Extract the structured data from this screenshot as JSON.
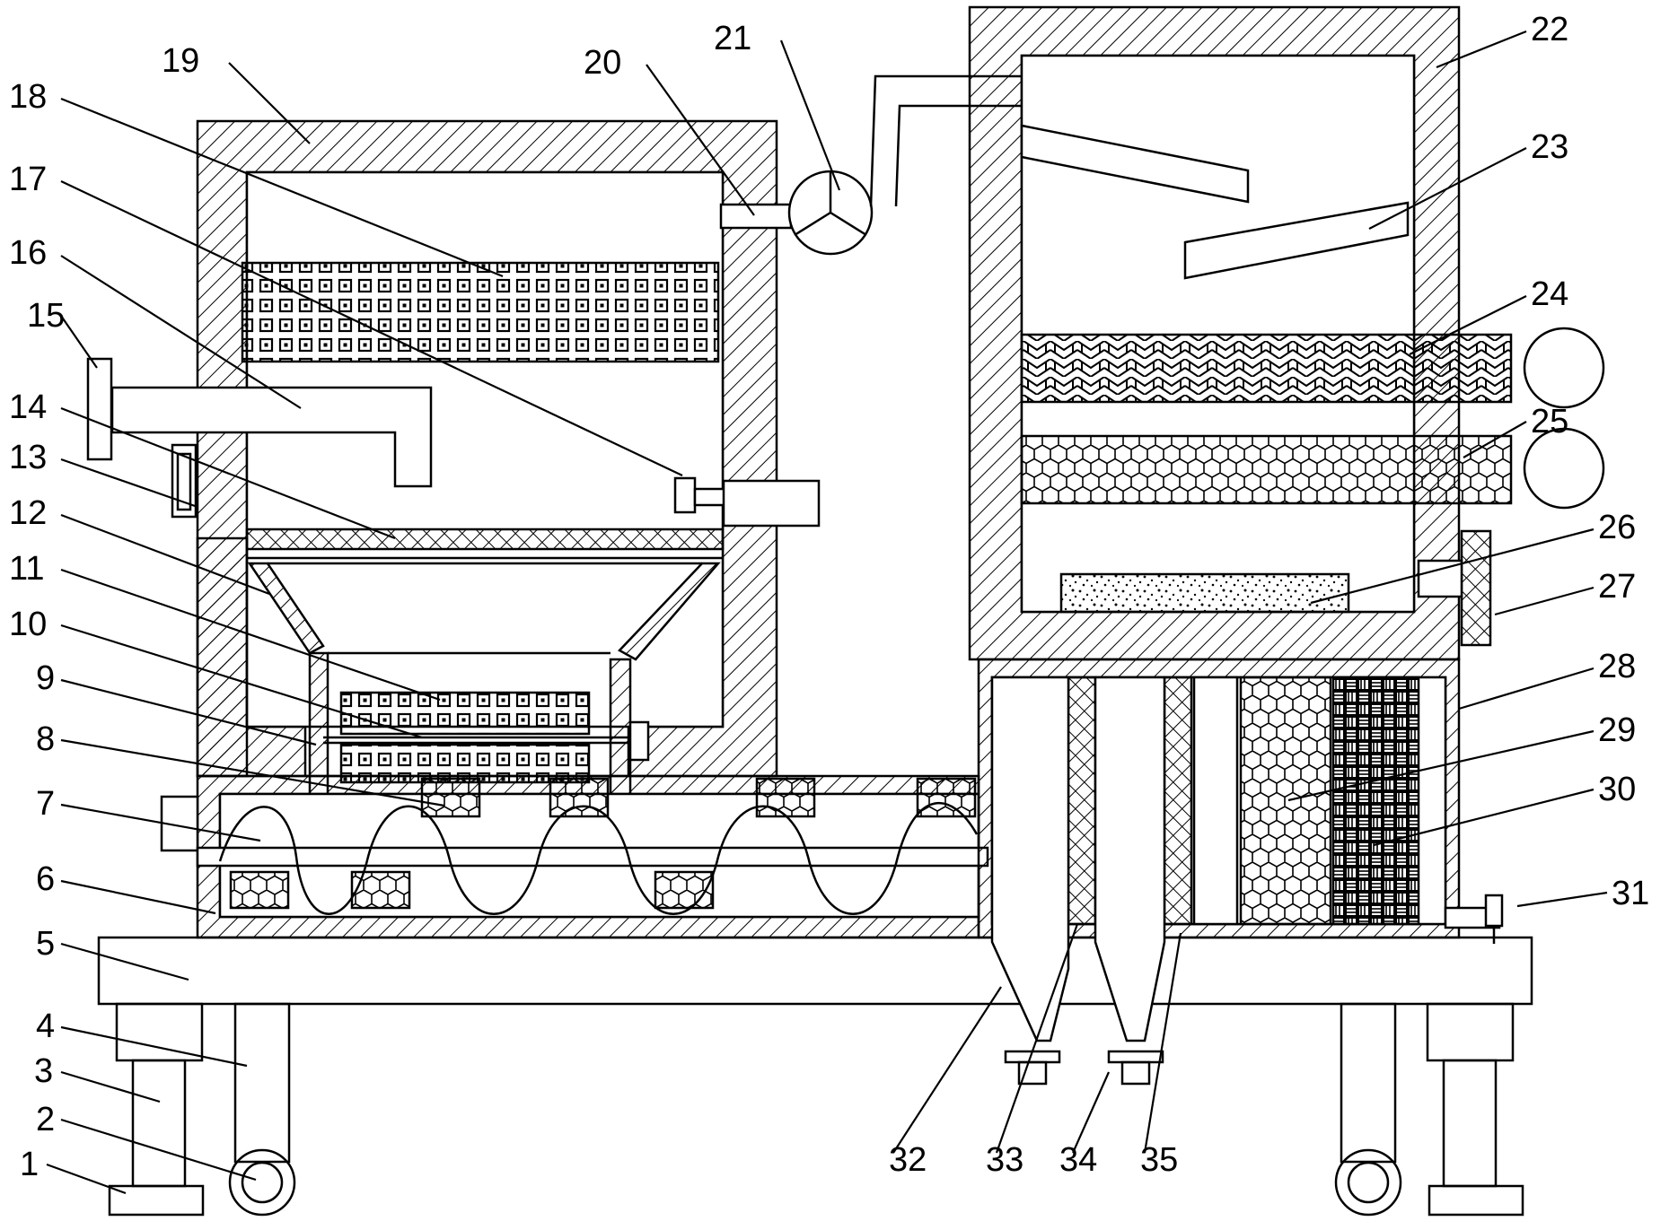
{
  "callouts": [
    {
      "id": "c1",
      "text": "1"
    },
    {
      "id": "c2",
      "text": "2"
    },
    {
      "id": "c3",
      "text": "3"
    },
    {
      "id": "c4",
      "text": "4"
    },
    {
      "id": "c5",
      "text": "5"
    },
    {
      "id": "c6",
      "text": "6"
    },
    {
      "id": "c7",
      "text": "7"
    },
    {
      "id": "c8",
      "text": "8"
    },
    {
      "id": "c9",
      "text": "9"
    },
    {
      "id": "c10",
      "text": "10"
    },
    {
      "id": "c11",
      "text": "11"
    },
    {
      "id": "c12",
      "text": "12"
    },
    {
      "id": "c13",
      "text": "13"
    },
    {
      "id": "c14",
      "text": "14"
    },
    {
      "id": "c15",
      "text": "15"
    },
    {
      "id": "c16",
      "text": "16"
    },
    {
      "id": "c17",
      "text": "17"
    },
    {
      "id": "c18",
      "text": "18"
    },
    {
      "id": "c19",
      "text": "19"
    },
    {
      "id": "c20",
      "text": "20"
    },
    {
      "id": "c21",
      "text": "21"
    },
    {
      "id": "c22",
      "text": "22"
    },
    {
      "id": "c23",
      "text": "23"
    },
    {
      "id": "c24",
      "text": "24"
    },
    {
      "id": "c25",
      "text": "25"
    },
    {
      "id": "c26",
      "text": "26"
    },
    {
      "id": "c27",
      "text": "27"
    },
    {
      "id": "c28",
      "text": "28"
    },
    {
      "id": "c29",
      "text": "29"
    },
    {
      "id": "c30",
      "text": "30"
    },
    {
      "id": "c31",
      "text": "31"
    },
    {
      "id": "c32",
      "text": "32"
    },
    {
      "id": "c33",
      "text": "33"
    },
    {
      "id": "c34",
      "text": "34"
    },
    {
      "id": "c35",
      "text": "35"
    }
  ]
}
